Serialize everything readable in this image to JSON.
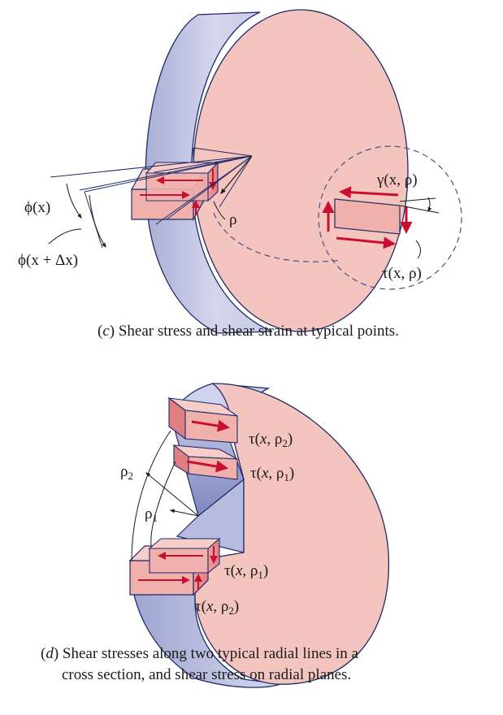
{
  "figure_c": {
    "caption_letter": "c",
    "caption_text": "Shear stress and shear strain at typical points.",
    "labels": {
      "phi_x": "ϕ(x)",
      "phi_x_dx": "ϕ(x + Δx)",
      "rho": "ρ",
      "gamma": "γ(x, ρ)",
      "tau": "τ(x, ρ)"
    }
  },
  "figure_d": {
    "caption_letter": "d",
    "caption_line1": "Shear stresses along two typical radial lines in a",
    "caption_line2": "cross section, and shear stress on radial planes.",
    "labels": {
      "rho_2": "ρ2",
      "rho_1": "ρ1",
      "tau_rho2_top": "τ(x, ρ2)",
      "tau_rho1_top": "τ(x, ρ1)",
      "tau_rho1_bottom": "τ(x, ρ1)",
      "tau_rho2_bottom": "τ(x, ρ2)"
    }
  },
  "colors": {
    "face": "#f4c4be",
    "rim_light": "#c8cce6",
    "rim_dark": "#8e95c4",
    "outline": "#1f2a6a",
    "arrow": "#c8102e"
  }
}
